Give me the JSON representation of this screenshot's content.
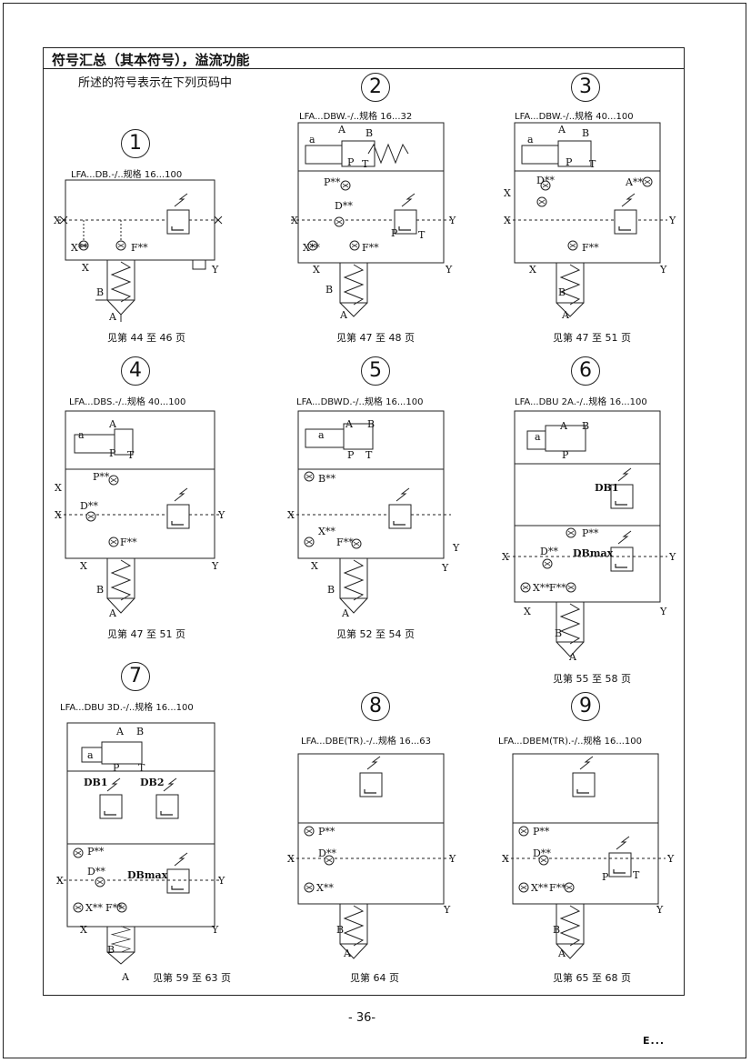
{
  "header": {
    "title": "符号汇总（其本符号），溢流功能"
  },
  "intro": "所述的符号表示在下列页码中",
  "page_number": "- 36-",
  "logo_text": "E...",
  "symbols": [
    {
      "number": "1",
      "label": "LFA...DB.-/..规格   16...100",
      "page_ref": "见第 44 至 46 页"
    },
    {
      "number": "2",
      "label": "LFA...DBW.-/..规格   16...32",
      "page_ref": "见第 47 至 48 页"
    },
    {
      "number": "3",
      "label": "LFA...DBW.-/..规格   40...100",
      "page_ref": "见第 47 至 51 页"
    },
    {
      "number": "4",
      "label": "LFA...DBS.-/..规格   40...100",
      "page_ref": "见第 47 至 51 页"
    },
    {
      "number": "5",
      "label": "LFA...DBWD.-/..规格   16...100",
      "page_ref": "见第 52 至 54 页"
    },
    {
      "number": "6",
      "label": "LFA...DBU 2A.-/..规格 16...100",
      "page_ref": "见第 55 至 58 页"
    },
    {
      "number": "7",
      "label": "LFA...DBU 3D.-/..规格   16...100",
      "page_ref": "见第 59 至 63 页"
    },
    {
      "number": "8",
      "label": "LFA...DBE(TR).-/..规格   16...63",
      "page_ref": "见第 64 页"
    },
    {
      "number": "9",
      "label": "LFA...DBEM(TR).-/..规格   16...100",
      "page_ref": "见第 65 至 68 页"
    }
  ],
  "port_labels": {
    "x": "X",
    "y": "Y",
    "a": "A",
    "b": "B",
    "p": "P",
    "t": "T",
    "a_low": "a",
    "x_star": "X**",
    "f_star": "F**",
    "p_star": "P**",
    "d_star": "D**",
    "b_star": "B**",
    "a_star": "A**",
    "db1": "DB1",
    "db2": "DB2",
    "dbmax": "DBmax"
  }
}
